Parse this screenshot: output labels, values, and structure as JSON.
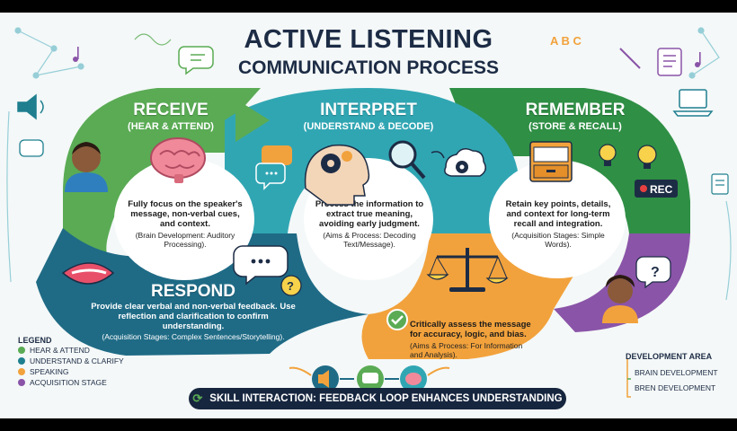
{
  "title": "ACTIVE LISTENING",
  "subtitle": "COMMUNICATION PROCESS",
  "sections": {
    "receive": {
      "heading": "RECEIVE",
      "subheading": "(HEAR & ATTEND)",
      "body_bold": "Fully focus on the speaker's message, non-verbal cues, and context.",
      "body_note": "(Brain Development: Auditory Processing).",
      "color": "#5aab54"
    },
    "interpret": {
      "heading": "INTERPRET",
      "subheading": "(UNDERSTAND & DECODE)",
      "body_bold": "Process the information to extract true meaning, avoiding early judgment.",
      "body_note": "(Aims & Process: Decoding Text/Message).",
      "color": "#31a6b3"
    },
    "remember": {
      "heading": "REMEMBER",
      "subheading": "(STORE & RECALL)",
      "body_bold": "Retain key points, details, and context for long-term recall and integration.",
      "body_note": "(Acquisition Stages: Simple Words).",
      "color": "#2f8f45"
    },
    "respond": {
      "heading": "RESPOND",
      "body_bold": "Provide clear verbal and non-verbal feedback. Use reflection and clarification to confirm understanding.",
      "body_note": "(Acquisition Stages: Complex Sentences/Storytelling).",
      "color": "#1f6b86"
    },
    "evaluate": {
      "body_bold": "Critically assess the message for accuracy, logic, and bias.",
      "body_note": "(Aims & Process: For Information and Analysis).",
      "color": "#f2a23c"
    }
  },
  "rec_label": "REC",
  "legend": {
    "title": "LEGEND",
    "items": [
      {
        "label": "HEAR & ATTEND",
        "color": "#5aab54"
      },
      {
        "label": "UNDERSTAND & CLARIFY",
        "color": "#1f7f8f"
      },
      {
        "label": "SPEAKING",
        "color": "#f2a23c"
      },
      {
        "label": "ACQUISITION STAGE",
        "color": "#8a54a8"
      }
    ]
  },
  "banner": "SKILL INTERACTION: FEEDBACK LOOP ENHANCES UNDERSTANDING",
  "development_area": {
    "title": "DEVELOPMENT AREA",
    "items": [
      "BRAIN DEVELOPMENT",
      "BREN DEVELOPMENT"
    ]
  },
  "doodle_letters": "A B C",
  "colors": {
    "navy": "#1d2c45",
    "purple": "#8a54a8",
    "orange": "#f2a23c"
  }
}
